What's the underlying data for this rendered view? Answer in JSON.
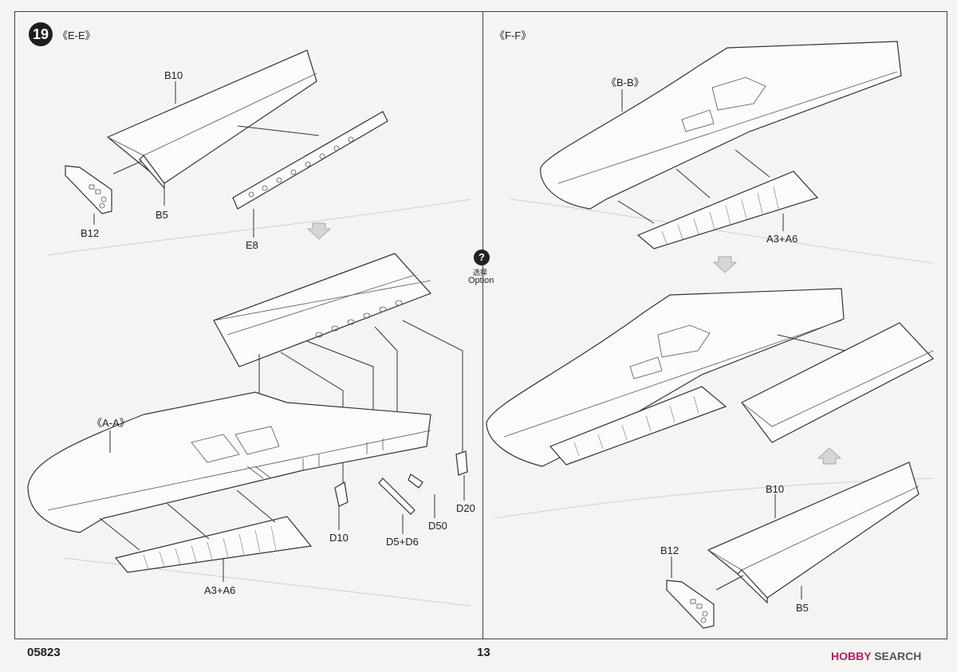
{
  "step": {
    "number": "19"
  },
  "left_panel": {
    "title": "《E-E》",
    "parts": {
      "b10": "B10",
      "b5": "B5",
      "b12": "B12",
      "e8": "E8",
      "a_a": "《A-A》",
      "a3_a6": "A3+A6",
      "d10": "D10",
      "d5_d6": "D5+D6",
      "d50": "D50",
      "d20": "D20"
    }
  },
  "right_panel": {
    "title": "《F-F》",
    "parts": {
      "b_b": "《B-B》",
      "a3_a6": "A3+A6",
      "b10": "B10",
      "b12": "B12",
      "b5": "B5"
    }
  },
  "option": {
    "cn": "选择",
    "en": "Option",
    "icon": "question-icon"
  },
  "footer": {
    "code": "05823",
    "page": "13",
    "watermark_brand": "HOBBY",
    "watermark_search": "SEARCH"
  },
  "colors": {
    "ink": "#222222",
    "paper": "#f4f4f2",
    "watermark": "#c2185b"
  }
}
